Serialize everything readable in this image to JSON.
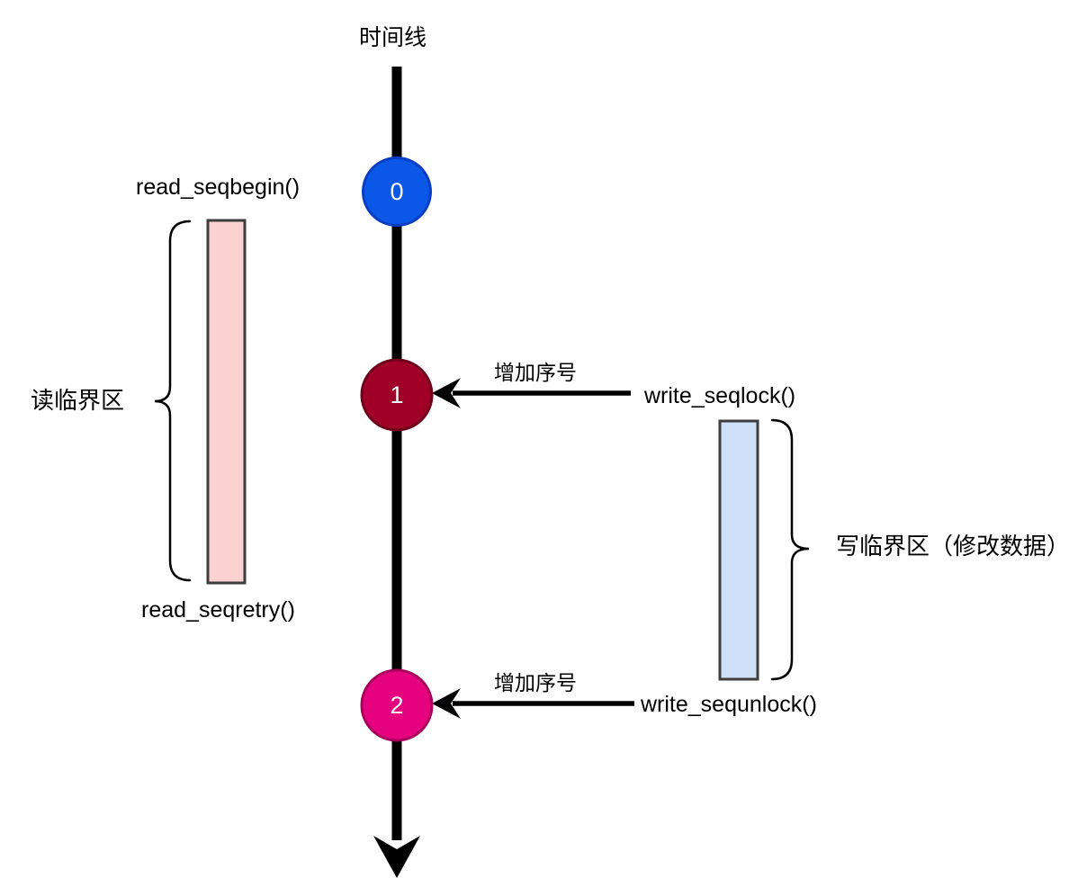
{
  "diagram": {
    "title": "时间线",
    "timeline_color": "#000000",
    "nodes": [
      {
        "label": "0",
        "fill": "#0b57e8",
        "stroke": "#0a3ec2"
      },
      {
        "label": "1",
        "fill": "#a00028",
        "stroke": "#6e001c"
      },
      {
        "label": "2",
        "fill": "#e6017e",
        "stroke": "#a8005c"
      }
    ],
    "read_section": {
      "begin_label": "read_seqbegin()",
      "retry_label": "read_seqretry()",
      "brace_label": "读临界区",
      "bar_fill": "#fcd1d1",
      "bar_stroke": "#3d3d3d"
    },
    "write_section": {
      "lock_label": "write_seqlock()",
      "unlock_label": "write_sequnlock()",
      "brace_label": "写临界区（修改数据）",
      "bar_fill": "#cfe1f9",
      "bar_stroke": "#3d3d3d"
    },
    "arrows": [
      {
        "label": "增加序号"
      },
      {
        "label": "增加序号"
      }
    ]
  }
}
